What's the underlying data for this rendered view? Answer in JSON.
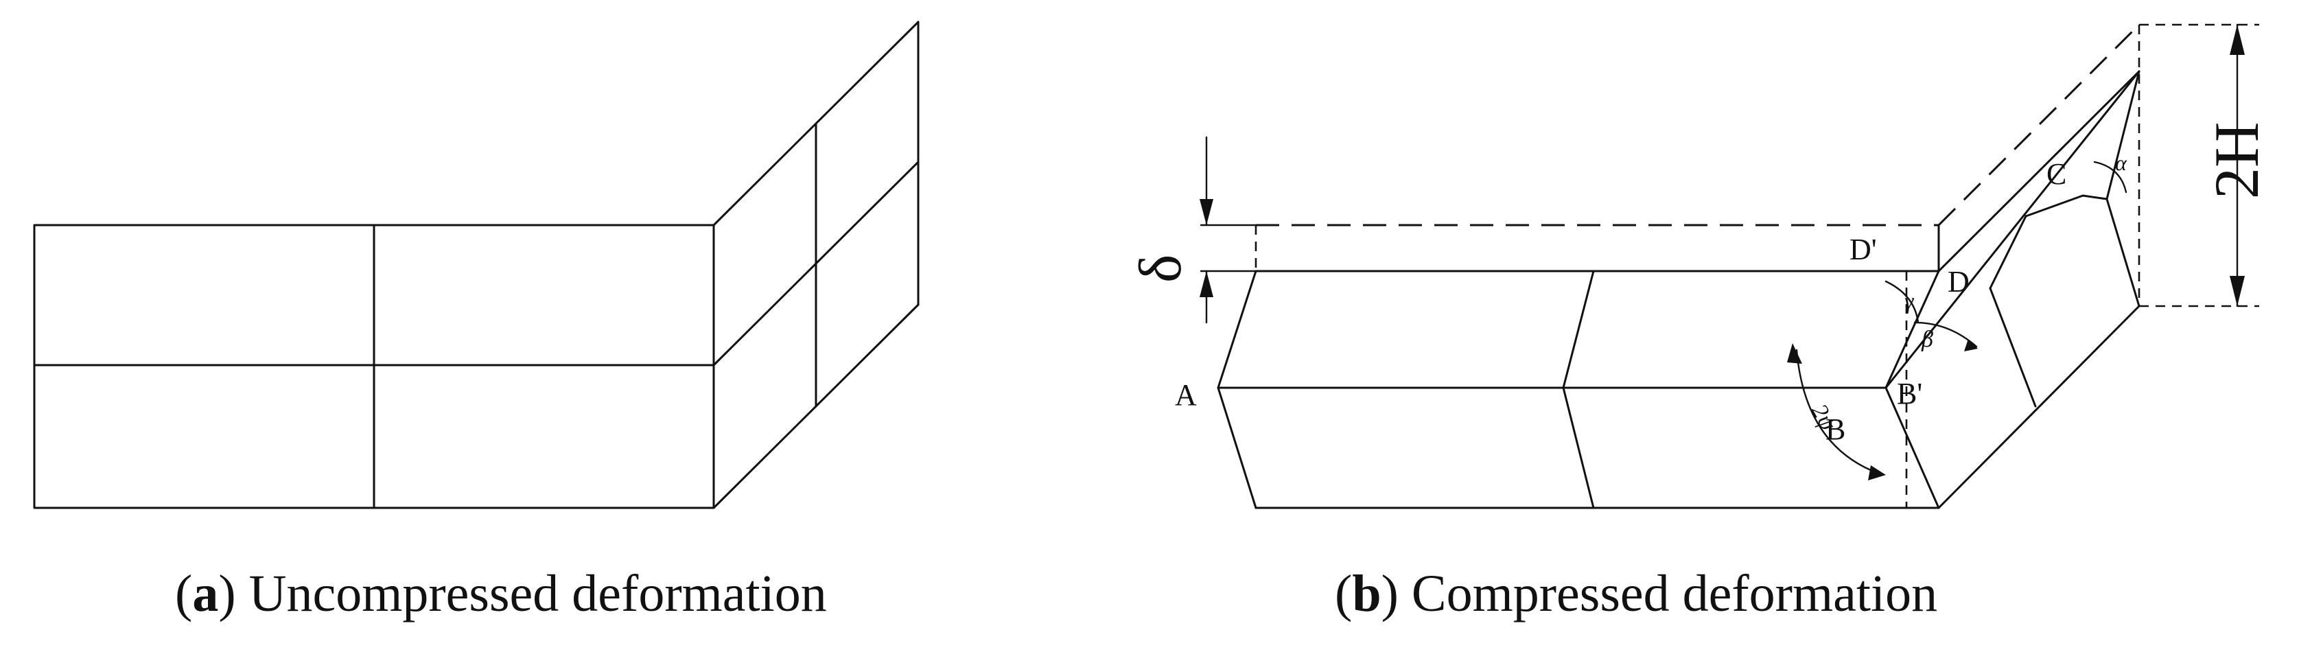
{
  "captions": {
    "a": {
      "letter": "a",
      "text": "Uncompressed deformation"
    },
    "b": {
      "letter": "b",
      "text": "Compressed deformation"
    }
  },
  "labels": {
    "delta": "δ",
    "twoH": "2H",
    "A": "A",
    "B": "B",
    "B_prime": "B'",
    "C": "C",
    "D": "D",
    "D_prime": "D'",
    "alpha": "α",
    "beta": "β",
    "gamma": "γ",
    "two_psi": "2ψ"
  }
}
